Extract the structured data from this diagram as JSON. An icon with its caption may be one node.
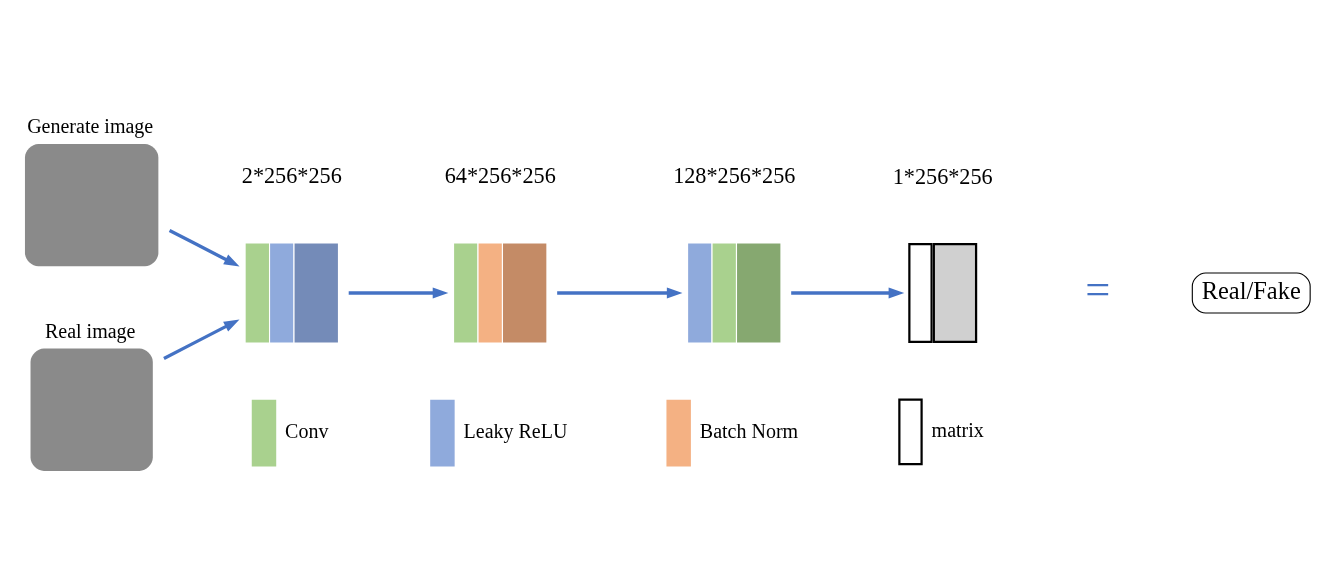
{
  "diagram": {
    "nodes": [
      {
        "text": [
          "Generate image"
        ]
      },
      {
        "text": [
          "Real image"
        ]
      },
      {
        "text": [],
        "shape": "box"
      },
      {
        "text": [],
        "shape": "box"
      },
      {
        "text": [],
        "shape": "box"
      },
      {
        "text": [],
        "shape": "box"
      },
      {
        "text": [
          "Real/Fake"
        ]
      }
    ],
    "edges": [
      {
        "from": 0,
        "to": 2,
        "arrow": "to"
      },
      {
        "from": 1,
        "to": 2,
        "arrow": "to"
      },
      {
        "from": 2,
        "to": 3,
        "arrow": "to"
      },
      {
        "from": 3,
        "to": 4,
        "arrow": "to"
      },
      {
        "from": 4,
        "to": 5,
        "arrow": "to"
      }
    ],
    "labels": [
      "2*256*256",
      "64*256*256",
      "128*256*256",
      "1*256*256",
      "="
    ],
    "legend": [
      {
        "text": "Conv",
        "color": "#a9d18e"
      },
      {
        "text": "Leaky ReLU",
        "color": "#8faadc"
      },
      {
        "text": "Batch Norm",
        "color": "#f4b183"
      },
      {
        "text": "matrix"
      }
    ]
  }
}
